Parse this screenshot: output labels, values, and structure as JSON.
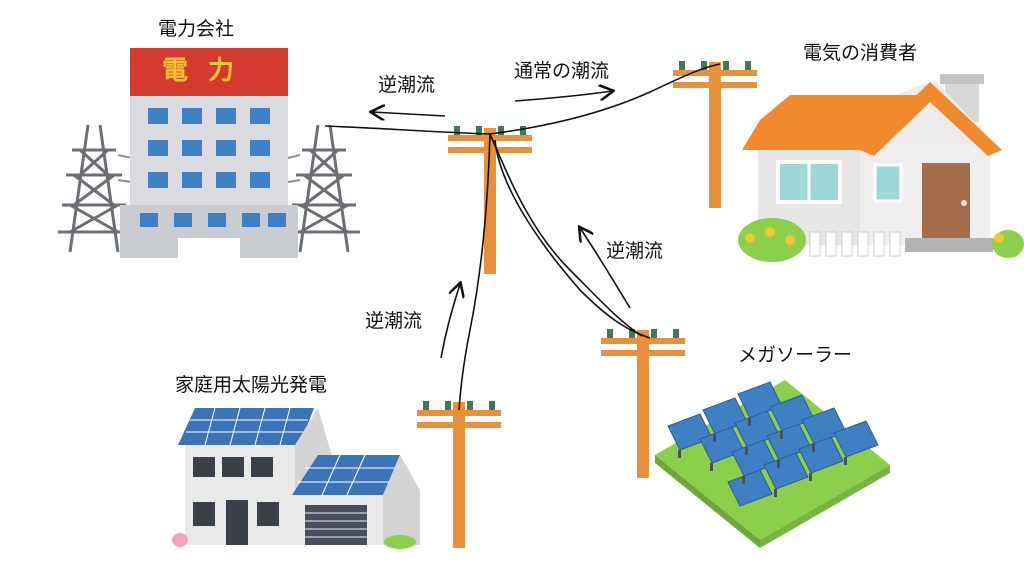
{
  "labels": {
    "power_company": "電力会社",
    "consumer": "電気の消費者",
    "home_solar": "家庭用太陽光発電",
    "mega_solar": "メガソーラー",
    "flow_normal": "通常の潮流",
    "flow_reverse_1": "逆潮流",
    "flow_reverse_2": "逆潮流",
    "flow_reverse_3": "逆潮流"
  },
  "building_sign": "電力",
  "colors": {
    "pole": "#e8913a",
    "pole_dark": "#c9732a",
    "insulator": "#3d7a55",
    "sign_red": "#d43a2e",
    "sign_text": "#f6c531",
    "roof_orange": "#f08a2c",
    "panel_blue": "#3f7fc4",
    "tower_gray": "#6b6f74",
    "grass_green": "#8ccf4a"
  }
}
